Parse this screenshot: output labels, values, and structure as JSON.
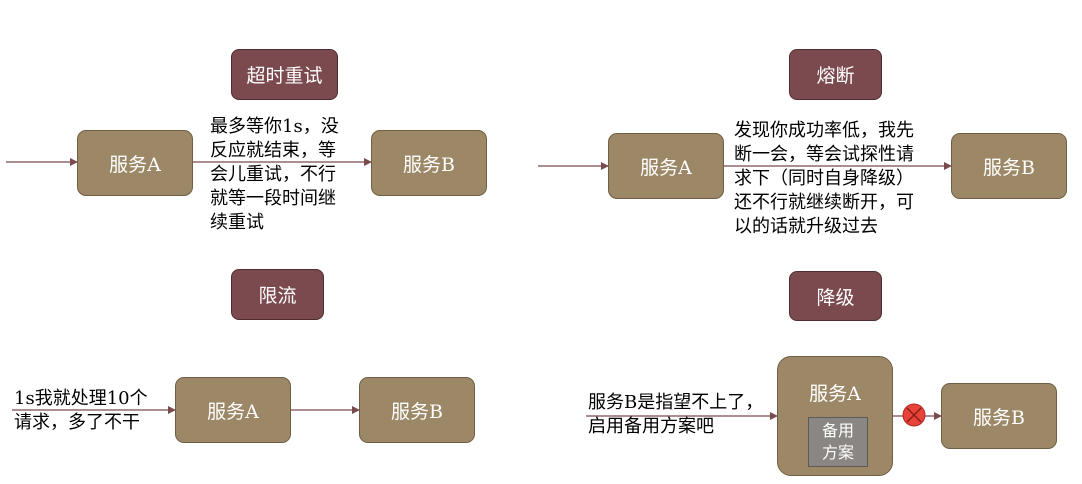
{
  "panels": {
    "timeout_retry": {
      "title": "超时重试",
      "service_a": "服务A",
      "service_b": "服务B",
      "note_lines": [
        "最多等你1s，没",
        "反应就结束，等",
        "会儿重试，不行",
        "就等一段时间继",
        "续重试"
      ]
    },
    "circuit_breaker": {
      "title": "熔断",
      "service_a": "服务A",
      "service_b": "服务B",
      "note_lines": [
        "发现你成功率低，我先",
        "断一会，等会试探性请",
        "求下（同时自身降级）",
        "还不行就继续断开，可",
        "以的话就升级过去"
      ]
    },
    "rate_limit": {
      "title": "限流",
      "service_a": "服务A",
      "service_b": "服务B",
      "note_lines": [
        "1s我就处理10个",
        "请求，多了不干"
      ]
    },
    "degrade": {
      "title": "降级",
      "service_a": "服务A",
      "service_b": "服务B",
      "backup_lines": [
        "备用",
        "方案"
      ],
      "note_lines": [
        "服务B是指望不上了，",
        "启用备用方案吧"
      ]
    }
  },
  "colors": {
    "title_fill": "#7b4a4e",
    "service_fill": "#9c8866",
    "backup_fill": "#8a8683",
    "arrow": "#7b4a4e",
    "block_marker": "#e8433a"
  }
}
